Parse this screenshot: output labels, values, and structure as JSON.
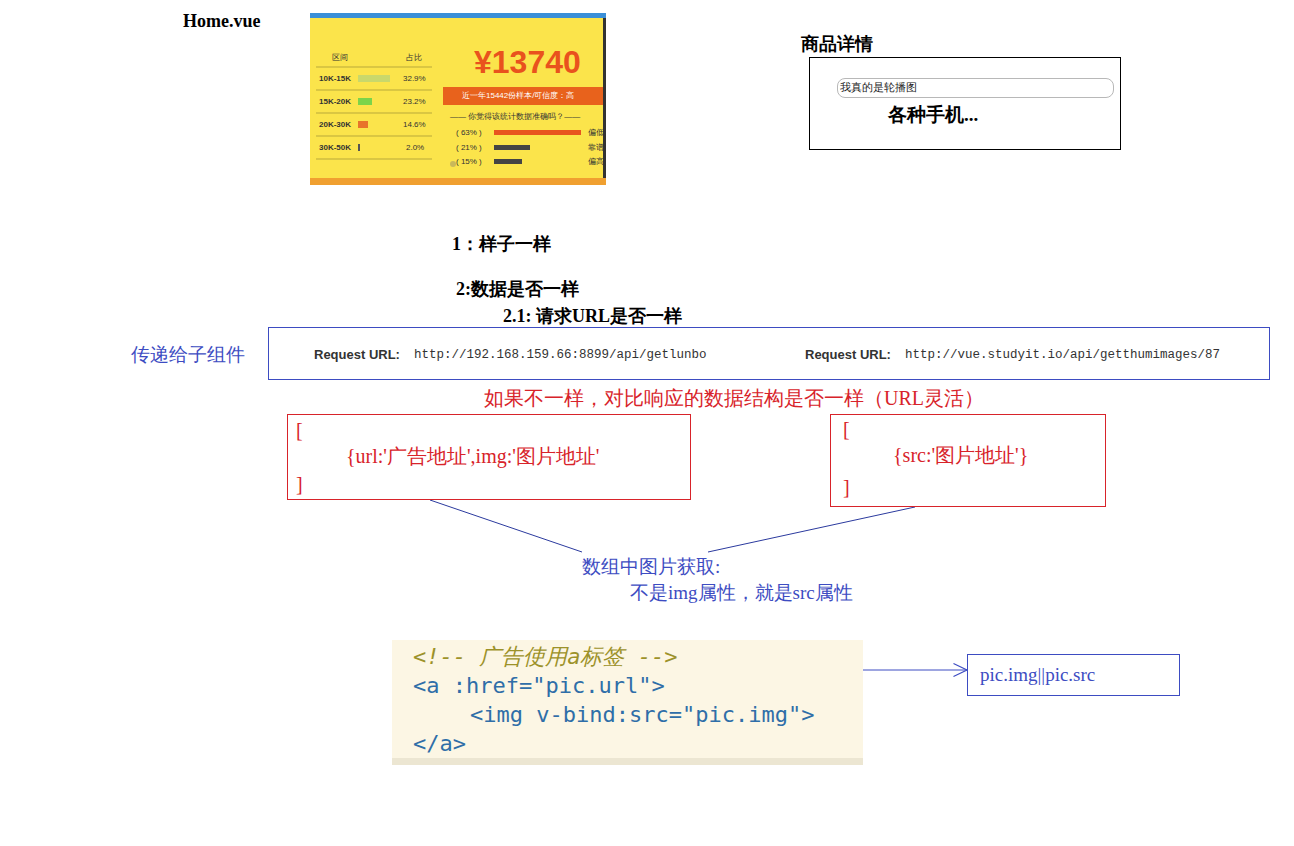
{
  "diagram": {
    "nodes": [
      {
        "text": [
          "商品详情",
          "各种手机..."
        ]
      },
      {
        "text": [
          "我真的是轮播图"
        ],
        "in": 0
      },
      {
        "text": [
          "传递给子组件",
          "Request URL:",
          "http://192.168.159.66:8899/api/getlunbo",
          "Request URL:",
          "http://vue.studyit.io/api/getthumimages/87"
        ]
      },
      {
        "text": [
          "[",
          "{url:'广告地址',img:'图片地址'",
          "]"
        ]
      },
      {
        "text": [
          "[",
          "{src:'图片地址'}",
          "]"
        ]
      },
      {
        "text": [
          "数组中图片获取:",
          "不是img属性，就是src属性"
        ]
      },
      {
        "text": [
          "<!-- 广告使用a标签 -->",
          "<a :href=\"pic.url\">",
          "<img v-bind:src=\"pic.img\">",
          "</a>"
        ]
      },
      {
        "text": [
          "pic.img||pic.src"
        ]
      }
    ],
    "edges": [
      {
        "from": 3,
        "to": 5,
        "arrow": "none"
      },
      {
        "from": 4,
        "to": 5,
        "arrow": "none"
      },
      {
        "from": 6,
        "to": 7,
        "arrow": "to"
      }
    ],
    "labels": [
      "Home.vue",
      "区间",
      "占比",
      "10K-15K",
      "32.9%",
      "15K-20K",
      "23.2%",
      "20K-30K",
      "14.6%",
      "30K-50K",
      "2.0%",
      "¥13740",
      "近一年15442份样本/可信度：高",
      "—— 你觉得该统计数据准确吗？——",
      "( 63% )",
      "偏低",
      "( 21% )",
      "靠谱",
      "( 15% )",
      "偏高",
      "1：样子一样",
      "2:数据是否一样",
      "2.1: 请求URL是否一样",
      "如果不一样，对比响应的数据结构是否一样（URL灵活）"
    ]
  }
}
